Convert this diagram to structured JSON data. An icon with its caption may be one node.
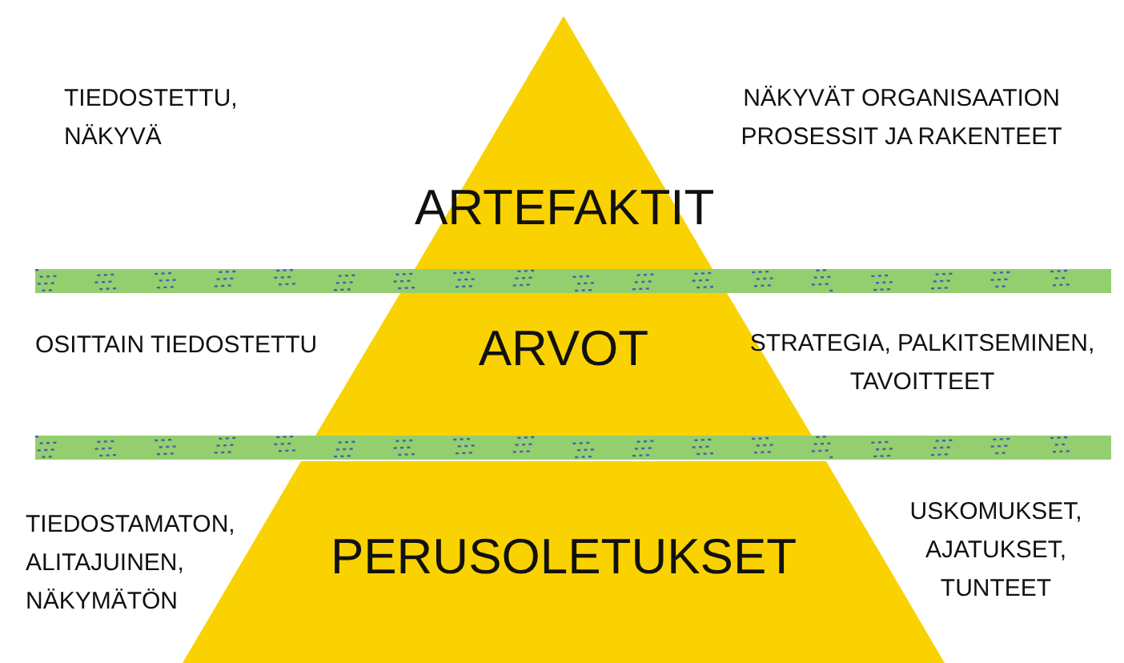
{
  "diagram": {
    "nodes": [
      {
        "text": [
          "ARTEFAKTIT"
        ]
      },
      {
        "text": [
          "ARVOT"
        ]
      },
      {
        "text": [
          "PERUSOLETUKSET"
        ]
      }
    ],
    "labels": [
      "TIEDOSTETTU, NÄKYVÄ",
      "NÄKYVÄT ORGANISAATION PROSESSIT JA RAKENTEET",
      "OSITTAIN TIEDOSTETTU",
      "STRATEGIA, PALKITSEMINEN, TAVOITTEET",
      "TIEDOSTAMATON, ALITAJUINEN, NÄKYMÄTÖN",
      "USKOMUKSET, AJATUKSET, TUNTEET"
    ]
  }
}
